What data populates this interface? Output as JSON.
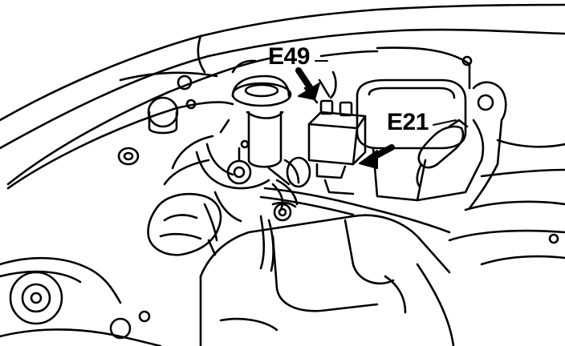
{
  "diagram": {
    "callouts": [
      {
        "id": "e49",
        "label": "E49"
      },
      {
        "id": "e21",
        "label": "E21"
      }
    ],
    "colors": {
      "ink": "#000000",
      "paper": "#ffffff"
    }
  }
}
